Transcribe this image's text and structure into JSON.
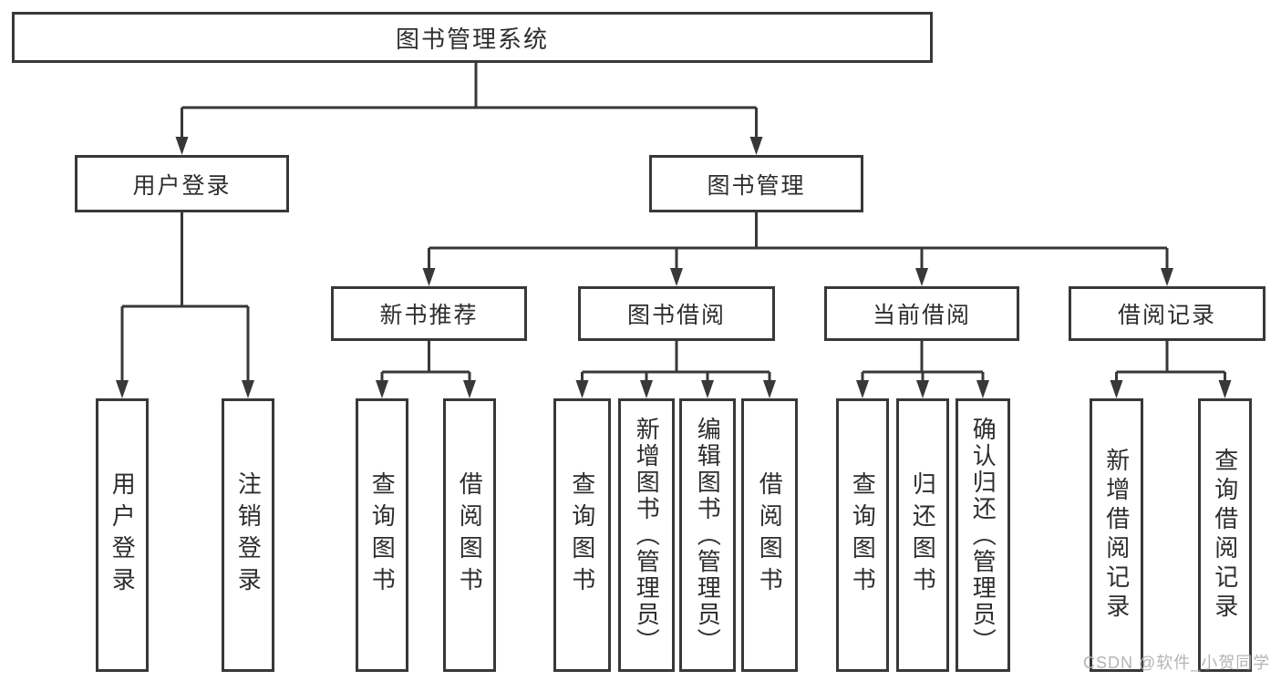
{
  "tree": {
    "label": "图书管理系统",
    "children": [
      {
        "label": "用户登录",
        "children": [
          {
            "label": "用户登录"
          },
          {
            "label": "注销登录"
          }
        ]
      },
      {
        "label": "图书管理",
        "children": [
          {
            "label": "新书推荐",
            "children": [
              {
                "label": "查询图书"
              },
              {
                "label": "借阅图书"
              }
            ]
          },
          {
            "label": "图书借阅",
            "children": [
              {
                "label": "查询图书"
              },
              {
                "label": "新增图书（管理员）"
              },
              {
                "label": "编辑图书（管理员）"
              },
              {
                "label": "借阅图书"
              }
            ]
          },
          {
            "label": "当前借阅",
            "children": [
              {
                "label": "查询图书"
              },
              {
                "label": "归还图书"
              },
              {
                "label": "确认归还（管理员）"
              }
            ]
          },
          {
            "label": "借阅记录",
            "children": [
              {
                "label": "新增借阅记录"
              },
              {
                "label": "查询借阅记录"
              }
            ]
          }
        ]
      }
    ]
  },
  "watermark": "CSDN @软件_小贺同学",
  "colors": {
    "line": "#383838",
    "box_border": "#383838",
    "box_fill": "#ffffff",
    "text": "#2d2d2d",
    "watermark": "#b4b4b4",
    "background": "#ffffff"
  }
}
